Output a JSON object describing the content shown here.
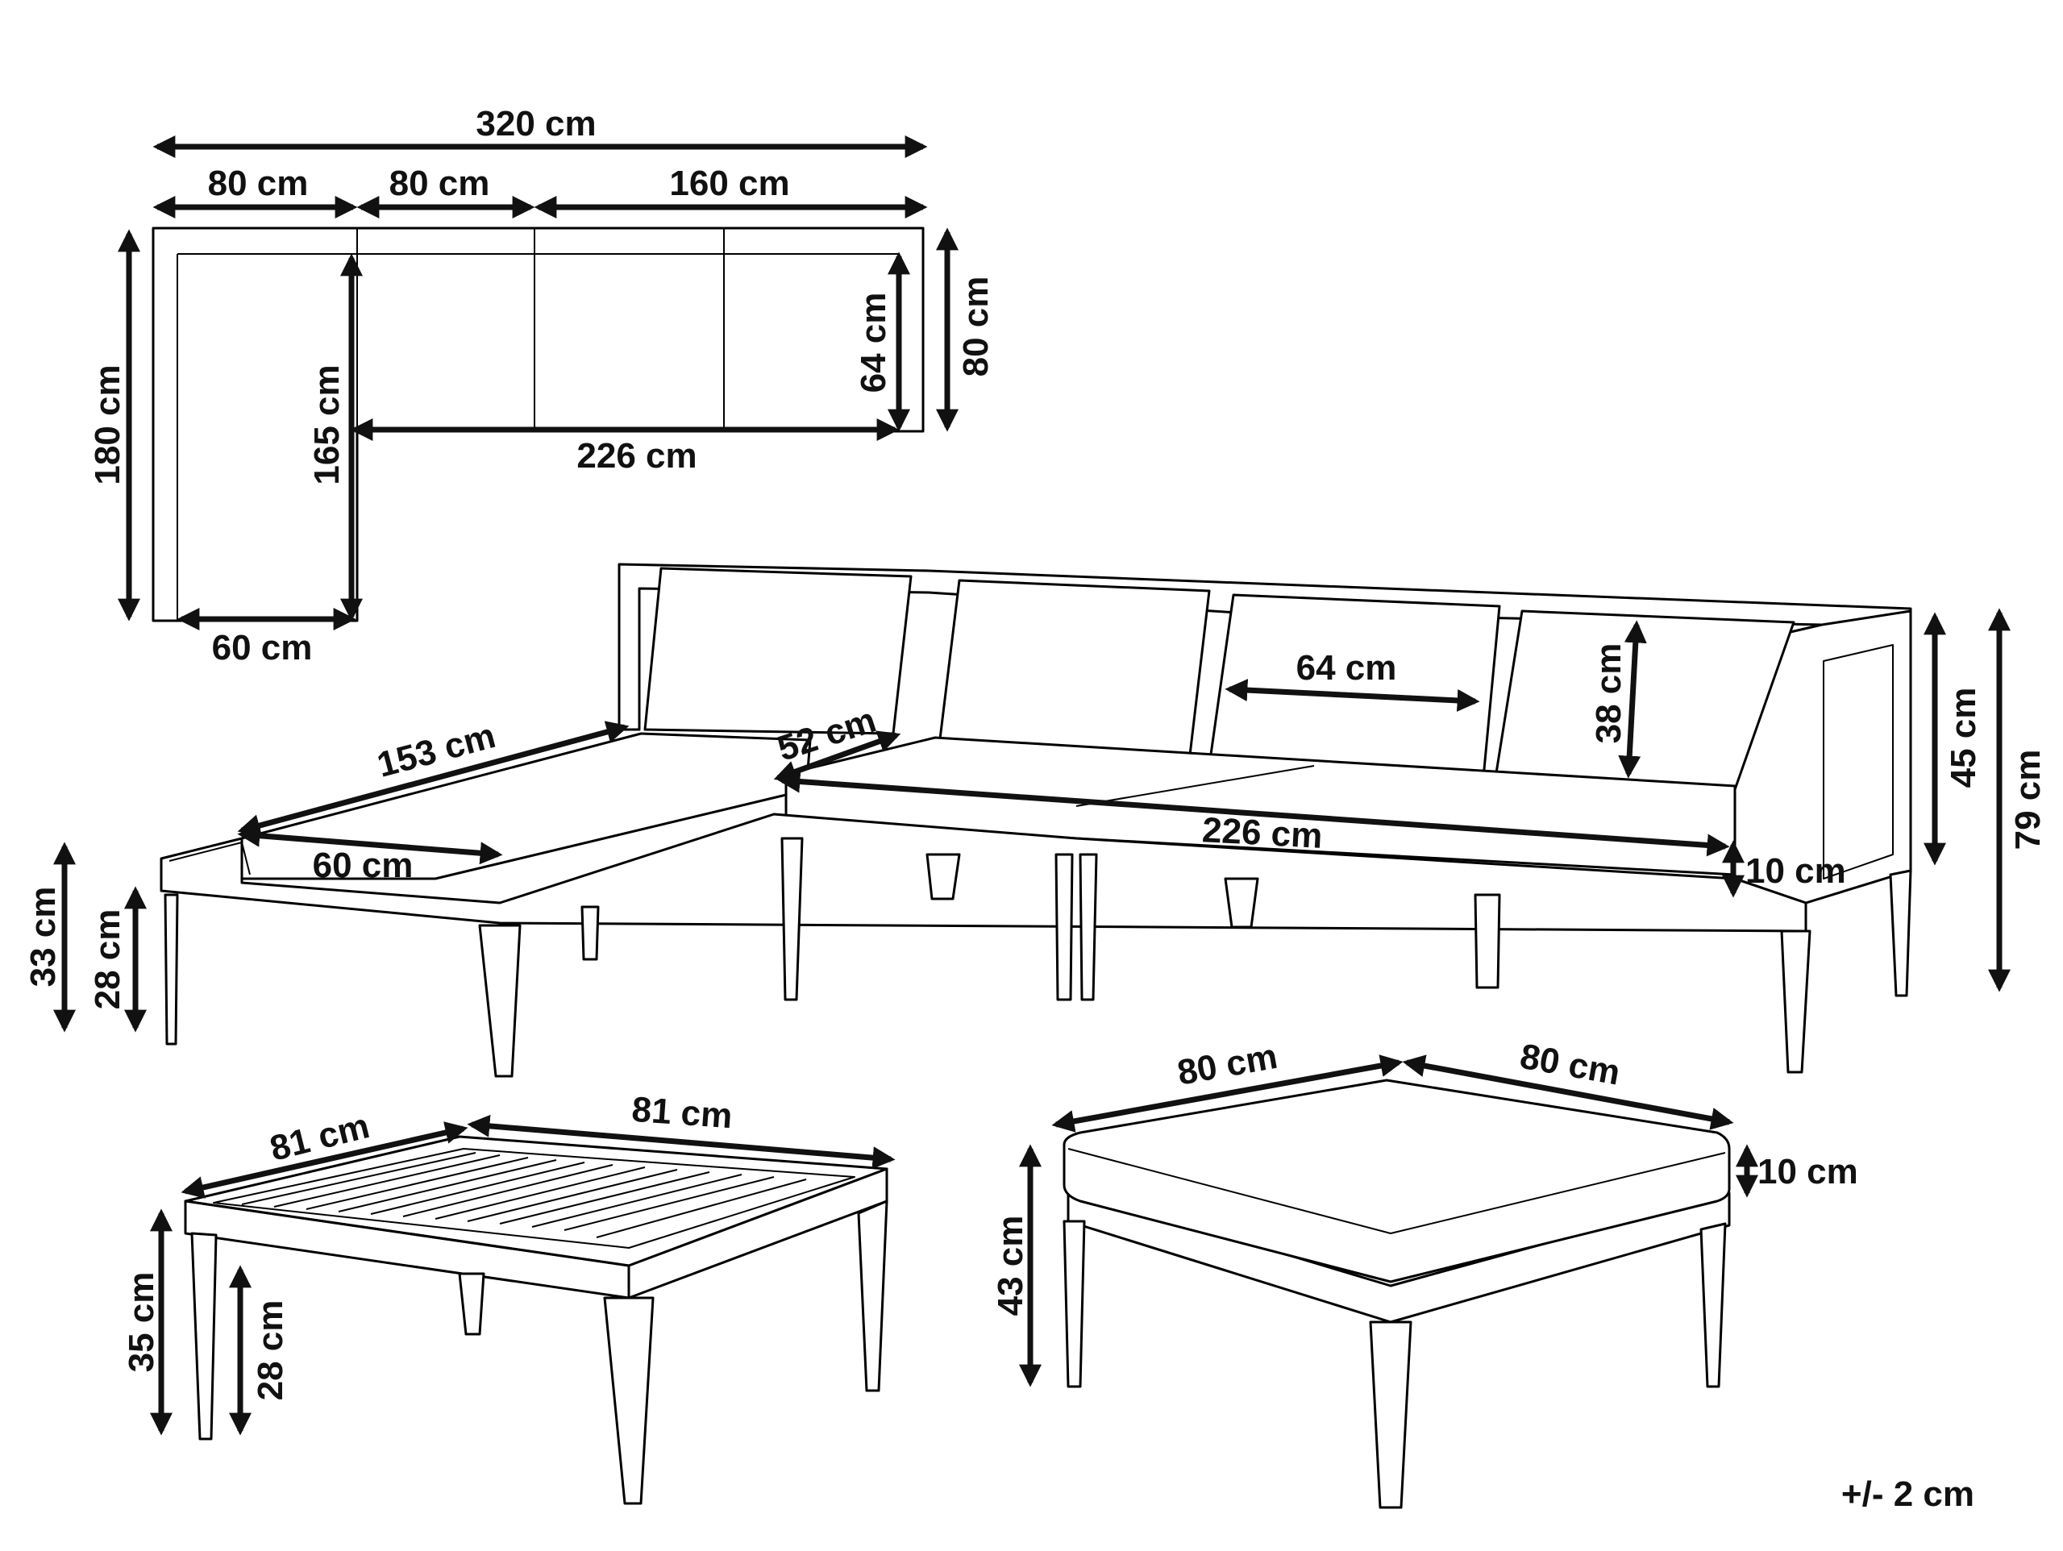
{
  "plan_view": {
    "total_width": "320 cm",
    "seg_1": "80 cm",
    "seg_2": "80 cm",
    "seg_3": "160 cm",
    "total_depth": "180 cm",
    "inner_depth": "165 cm",
    "chaise_width": "60 cm",
    "seat_length": "226 cm",
    "seat_depth": "64 cm",
    "sofa_depth": "80 cm"
  },
  "sofa": {
    "chaise_length": "153 cm",
    "chaise_width": "60 cm",
    "seat_depth": "52 cm",
    "seat_width": "226 cm",
    "cushion_width": "64 cm",
    "cushion_height": "38 cm",
    "arm_height": "45 cm",
    "total_height": "79 cm",
    "seat_thickness": "10 cm",
    "frame_height": "33 cm",
    "clearance": "28 cm"
  },
  "table": {
    "width_a": "81 cm",
    "width_b": "81 cm",
    "height": "35 cm",
    "clearance": "28 cm"
  },
  "ottoman": {
    "width_a": "80 cm",
    "width_b": "80 cm",
    "cushion_thickness": "10 cm",
    "height": "43 cm"
  },
  "tolerance": "+/- 2 cm"
}
